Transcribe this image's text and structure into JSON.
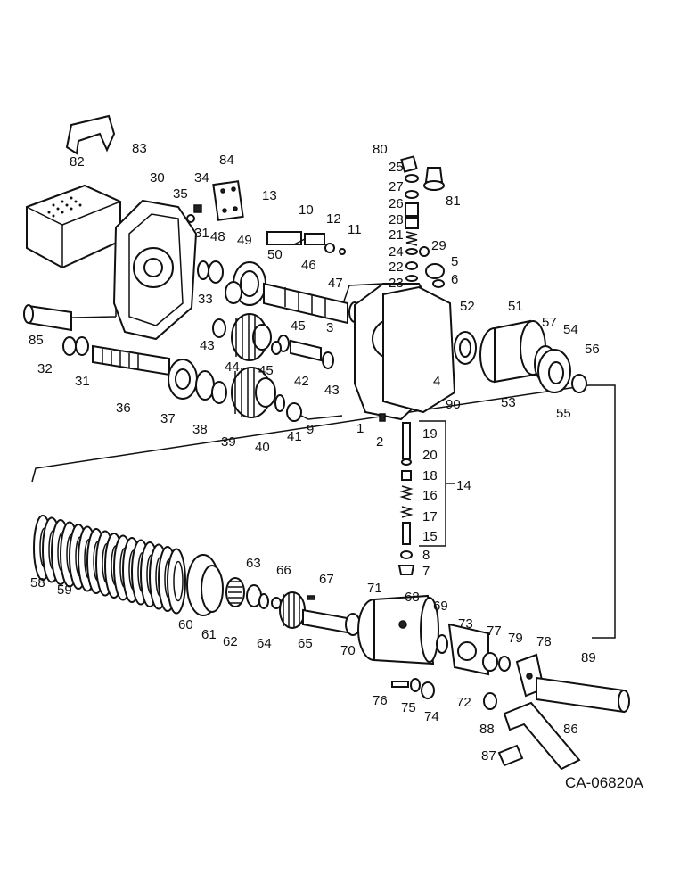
{
  "drawing_code": "CA-06820A",
  "callouts": [
    "1",
    "2",
    "3",
    "4",
    "5",
    "6",
    "7",
    "8",
    "9",
    "10",
    "11",
    "12",
    "13",
    "14",
    "15",
    "16",
    "17",
    "18",
    "19",
    "20",
    "21",
    "22",
    "23",
    "24",
    "25",
    "26",
    "27",
    "28",
    "29",
    "30",
    "31",
    "31",
    "32",
    "33",
    "34",
    "35",
    "36",
    "37",
    "38",
    "39",
    "40",
    "41",
    "42",
    "43",
    "43",
    "44",
    "45",
    "45",
    "46",
    "47",
    "48",
    "49",
    "50",
    "51",
    "52",
    "53",
    "54",
    "55",
    "56",
    "57",
    "58",
    "59",
    "60",
    "61",
    "62",
    "63",
    "64",
    "65",
    "66",
    "67",
    "68",
    "69",
    "70",
    "71",
    "72",
    "73",
    "74",
    "75",
    "76",
    "77",
    "78",
    "79",
    "80",
    "81",
    "82",
    "83",
    "84",
    "85",
    "86",
    "87",
    "88",
    "89",
    "90"
  ]
}
